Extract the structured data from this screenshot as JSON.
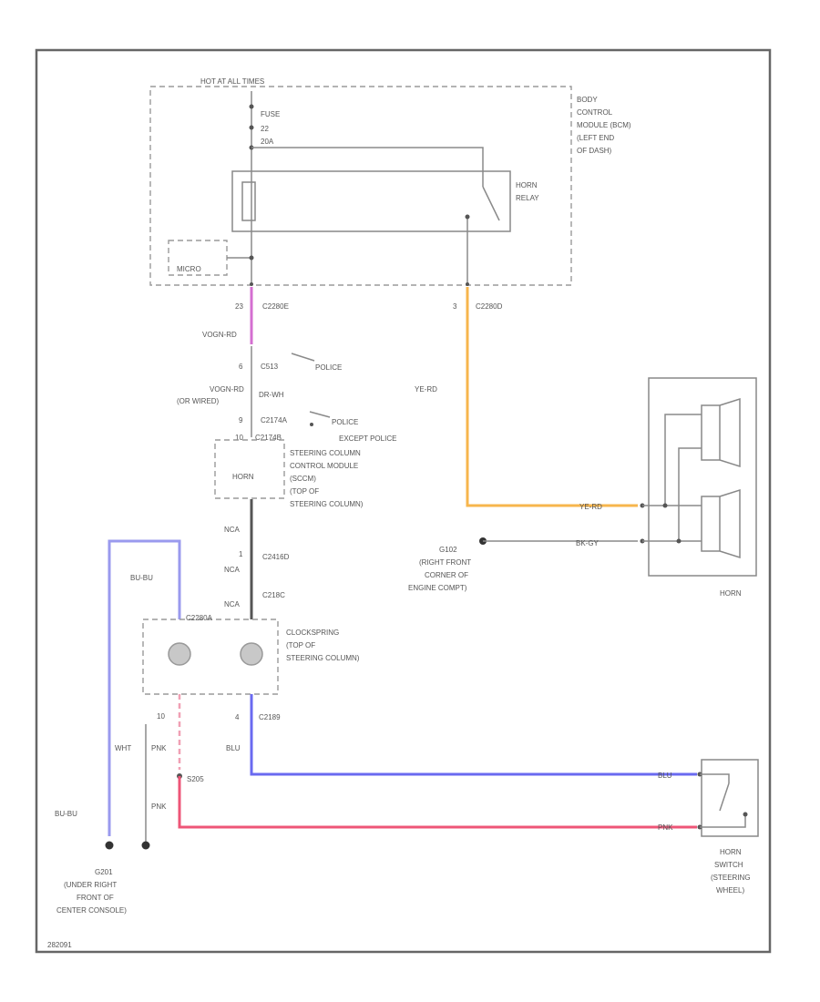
{
  "labels": {
    "hot_at_all_times": "HOT AT ALL TIMES",
    "fuse": "FUSE",
    "fuse_num": "22",
    "fuse_amp": "20A",
    "bcm_1": "BODY",
    "bcm_2": "CONTROL",
    "bcm_3": "MODULE (BCM)",
    "bcm_4": "(LEFT END",
    "bcm_5": "OF DASH)",
    "horn_relay_1": "HORN",
    "horn_relay_2": "RELAY",
    "micro": "MICRO",
    "c2280e_pin": "23",
    "c2280e": "C2280E",
    "c2280d_pin": "3",
    "c2280d": "C2280D",
    "vogn_rd": "VOGN-RD",
    "c513_pin": "6",
    "c513": "C513",
    "police_1": "POLICE",
    "voqn_2": "VOGN-RD",
    "wired": "(OR WIRED)",
    "drwh": "DR-WH",
    "c2174a_pin": "9",
    "c2174a": "C2174A",
    "police_2": "POLICE",
    "c2174b_pin": "10",
    "c2174b": "C2174B",
    "except_police": "EXCEPT POLICE",
    "sccm_1": "STEERING COLUMN",
    "sccm_2": "CONTROL MODULE",
    "sccm_3": "(SCCM)",
    "sccm_4": "(TOP OF",
    "sccm_5": "STEERING COLUMN)",
    "horn_box": "HORN",
    "nca_1": "NCA",
    "c2416d_pin": "1",
    "c2416d": "C2416D",
    "nca_2": "NCA",
    "nca_3": "NCA",
    "c218c": "C218C",
    "ye_rd": "YE-RD",
    "ye_rd_horn": "YE-RD",
    "bk_gy": "BK-GY",
    "g102_1": "G102",
    "g102_2": "(RIGHT FRONT",
    "g102_3": "CORNER OF",
    "g102_4": "ENGINE COMPT)",
    "horn_label": "HORN",
    "bu_bu_top": "BU-BU",
    "c2280a": "C2280A",
    "clockspring_1": "CLOCKSPRING",
    "clockspring_2": "(TOP OF",
    "clockspring_3": "STEERING COLUMN)",
    "pin_10": "10",
    "c2189_pin": "4",
    "c2189": "C2189",
    "wht": "WHT",
    "pnk_top": "PNK",
    "blu_mid": "BLU",
    "s205": "S205",
    "pnk_mid": "PNK",
    "bu_bu_bottom": "BU-BU",
    "blu_switch": "BLU",
    "pnk_switch": "PNK",
    "g201_1": "G201",
    "g201_2": "(UNDER RIGHT",
    "g201_3": "FRONT OF",
    "g201_4": "CENTER CONSOLE)",
    "horn_switch_1": "HORN",
    "horn_switch_2": "SWITCH",
    "horn_switch_3": "(STEERING",
    "horn_switch_4": "WHEEL)",
    "footer_code": "282091"
  }
}
